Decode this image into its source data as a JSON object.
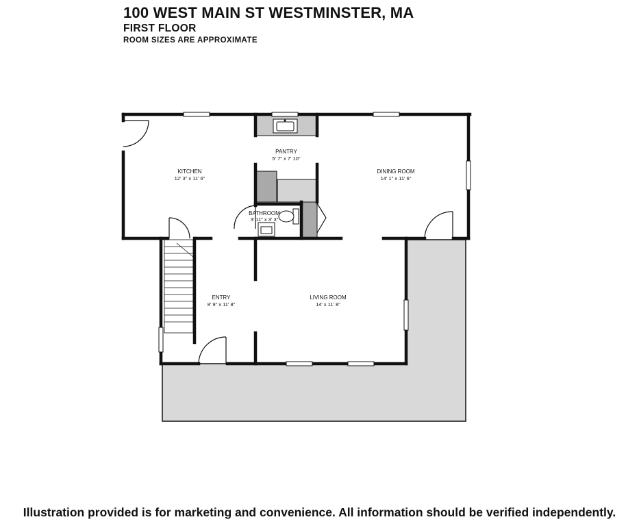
{
  "header": {
    "title": "100 WEST MAIN ST WESTMINSTER, MA",
    "floor": "FIRST FLOOR",
    "note": "ROOM SIZES ARE APPROXIMATE"
  },
  "rooms": {
    "kitchen": {
      "name": "KITCHEN",
      "size": "12' 3\" x 11' 6\""
    },
    "pantry": {
      "name": "PANTRY",
      "size": "5' 7\" x 7' 10\""
    },
    "dining": {
      "name": "DINING ROOM",
      "size": "14' 1\" x 11' 6\""
    },
    "bathroom": {
      "name": "BATHROOM",
      "size": "3' 11\" x 3' 3\""
    },
    "entry": {
      "name": "ENTRY",
      "size": "8' 9\" x 11' 8\""
    },
    "living": {
      "name": "LIVING ROOM",
      "size": "14' x 11' 8\""
    }
  },
  "colors": {
    "wall": "#111111",
    "deck": "#d9d9d9",
    "fixture": "#a9a9a9",
    "background": "#ffffff"
  },
  "footer": {
    "disclaimer": "Illustration provided is for marketing and convenience. All information should be verified independently."
  }
}
